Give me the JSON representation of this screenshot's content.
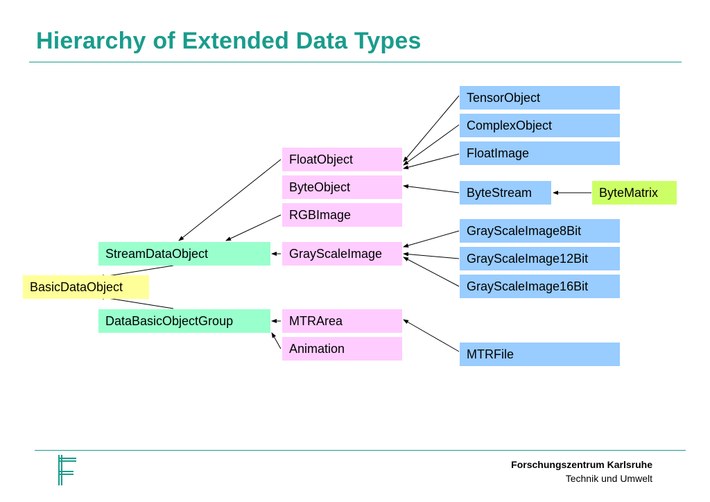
{
  "title": "Hierarchy of Extended Data Types",
  "colors": {
    "accent": "#1a9c8c",
    "root": "#ffff99",
    "stream_group": "#99ffcc",
    "mid_level": "#ffccff",
    "leaf": "#99ccff",
    "matrix": "#ccff66"
  },
  "nodes": {
    "basic_data_object": "BasicDataObject",
    "stream_data_object": "StreamDataObject",
    "data_basic_object_group": "DataBasicObjectGroup",
    "float_object": "FloatObject",
    "byte_object": "ByteObject",
    "rgb_image": "RGBImage",
    "gray_scale_image": "GrayScaleImage",
    "mtr_area": "MTRArea",
    "animation": "Animation",
    "tensor_object": "TensorObject",
    "complex_object": "ComplexObject",
    "float_image": "FloatImage",
    "byte_stream": "ByteStream",
    "byte_matrix": "ByteMatrix",
    "gray_scale_image_8bit": "GrayScaleImage8Bit",
    "gray_scale_image_12bit": "GrayScaleImage12Bit",
    "gray_scale_image_16bit": "GrayScaleImage16Bit",
    "mtr_file": "MTRFile"
  },
  "edges": [
    {
      "from": "stream_data_object",
      "to": "basic_data_object"
    },
    {
      "from": "data_basic_object_group",
      "to": "basic_data_object"
    },
    {
      "from": "float_object",
      "to": "stream_data_object"
    },
    {
      "from": "rgb_image",
      "to": "stream_data_object"
    },
    {
      "from": "gray_scale_image",
      "to": "stream_data_object"
    },
    {
      "from": "mtr_area",
      "to": "data_basic_object_group"
    },
    {
      "from": "animation",
      "to": "data_basic_object_group"
    },
    {
      "from": "tensor_object",
      "to": "float_object"
    },
    {
      "from": "complex_object",
      "to": "float_object"
    },
    {
      "from": "float_image",
      "to": "float_object"
    },
    {
      "from": "byte_stream",
      "to": "byte_object"
    },
    {
      "from": "byte_matrix",
      "to": "byte_stream"
    },
    {
      "from": "gray_scale_image_8bit",
      "to": "gray_scale_image"
    },
    {
      "from": "gray_scale_image_12bit",
      "to": "gray_scale_image"
    },
    {
      "from": "gray_scale_image_16bit",
      "to": "gray_scale_image"
    },
    {
      "from": "mtr_file",
      "to": "mtr_area"
    }
  ],
  "footer": {
    "org": "Forschungszentrum Karlsruhe",
    "sub": "Technik und Umwelt"
  }
}
